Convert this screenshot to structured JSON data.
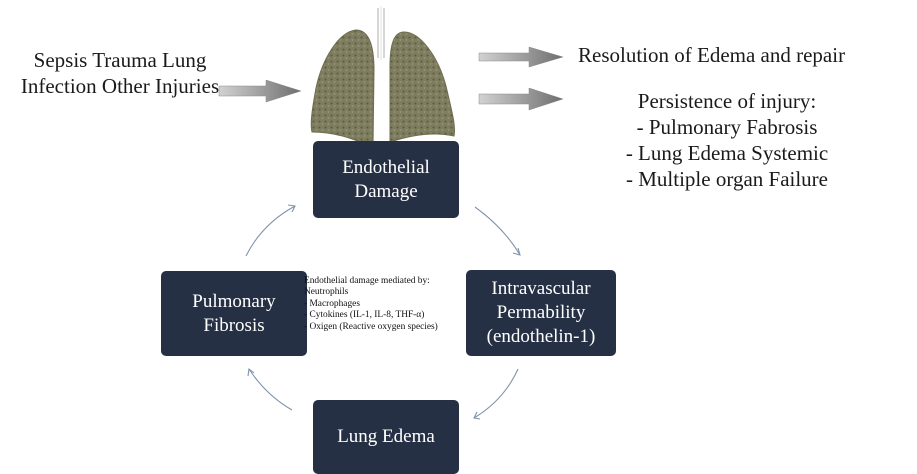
{
  "causes": "Sepsis Trauma Lung Infection  Other Injuries",
  "outcomes": {
    "resolution": "Resolution of  Edema and repair",
    "persistence_title": "Persistence of injury:",
    "persistence_items": [
      "- Pulmonary  Fabrosis",
      "- Lung  Edema Systemic",
      "- Multiple organ Failure"
    ]
  },
  "cycle": {
    "endothelial_damage": [
      "Endothelial",
      "Damage"
    ],
    "intravascular": [
      "Intravascular",
      "Permability",
      "(endothelin-1)"
    ],
    "lung_edema": "Lung Edema",
    "pulmonary_fibrosis": [
      "Pulmonary",
      "Fibrosis"
    ]
  },
  "mediators": {
    "heading": "Endothelial damage  mediated by:",
    "items": [
      "Neutrophils",
      "- Macrophages",
      "- Cytokines (IL-1, IL-8, THF-α)",
      "- Oxigen (Reactive oxygen species)"
    ]
  },
  "colors": {
    "box_fill": "#263044",
    "lung_fill": "#7f7d5f",
    "arrow_fill": "#9a9a9a"
  }
}
